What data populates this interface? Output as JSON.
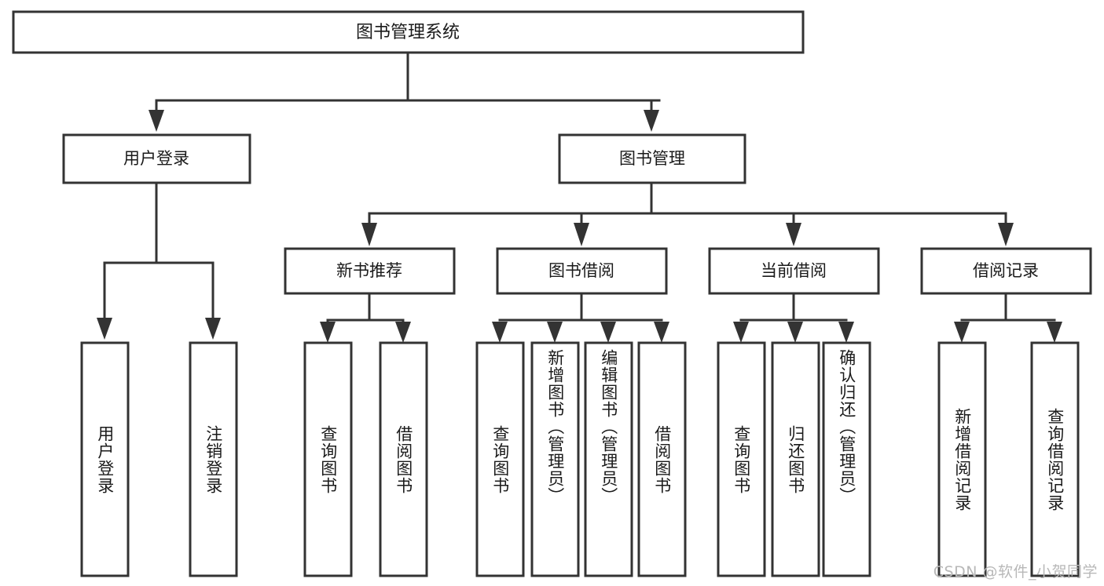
{
  "diagram": {
    "title": "图书管理系统",
    "type": "tree",
    "orientation": "top-down",
    "colors": {
      "box_fill": "#ffffff",
      "box_stroke": "#333333",
      "text": "#1a1a1a",
      "background": "#ffffff",
      "watermark": "#b8b8b8"
    },
    "root": {
      "id": "root",
      "label": "图书管理系统"
    },
    "level2": [
      {
        "id": "user-login",
        "label": "用户登录"
      },
      {
        "id": "book-manage",
        "label": "图书管理"
      }
    ],
    "level3": [
      {
        "id": "new-book-recommend",
        "label": "新书推荐",
        "parent": "book-manage"
      },
      {
        "id": "book-borrow",
        "label": "图书借阅",
        "parent": "book-manage"
      },
      {
        "id": "current-borrow",
        "label": "当前借阅",
        "parent": "book-manage"
      },
      {
        "id": "borrow-record",
        "label": "借阅记录",
        "parent": "book-manage"
      }
    ],
    "leaves": {
      "user-login": [
        {
          "id": "leaf-user-login",
          "label": "用户登录"
        },
        {
          "id": "leaf-user-logout",
          "label": "注销登录"
        }
      ],
      "new-book-recommend": [
        {
          "id": "leaf-query-book-1",
          "label": "查询图书"
        },
        {
          "id": "leaf-borrow-book-1",
          "label": "借阅图书"
        }
      ],
      "book-borrow": [
        {
          "id": "leaf-query-book-2",
          "label": "查询图书"
        },
        {
          "id": "leaf-add-book",
          "label": "新增图书（管理员）"
        },
        {
          "id": "leaf-edit-book",
          "label": "编辑图书（管理员）"
        },
        {
          "id": "leaf-borrow-book-2",
          "label": "借阅图书"
        }
      ],
      "current-borrow": [
        {
          "id": "leaf-query-book-3",
          "label": "查询图书"
        },
        {
          "id": "leaf-return-book",
          "label": "归还图书"
        },
        {
          "id": "leaf-confirm-return",
          "label": "确认归还（管理员）"
        }
      ],
      "borrow-record": [
        {
          "id": "leaf-add-record",
          "label": "新增借阅记录"
        },
        {
          "id": "leaf-query-record",
          "label": "查询借阅记录"
        }
      ]
    }
  },
  "watermark": {
    "text": "CSDN @软件_小贺同学"
  }
}
